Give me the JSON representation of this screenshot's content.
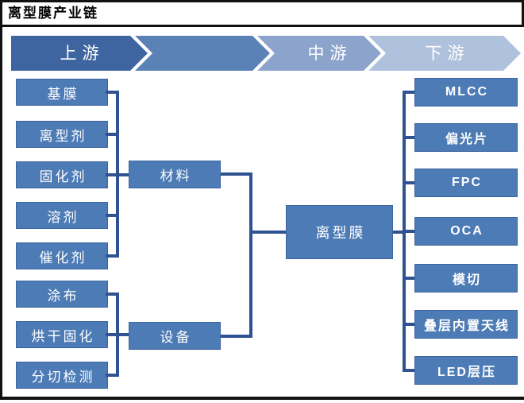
{
  "title": "离型膜产业链",
  "banner": {
    "segments": [
      {
        "label": "上游",
        "color": "#3e65a0"
      },
      {
        "label": "",
        "color": "#5b82b7"
      },
      {
        "label": "中游",
        "color": "#8ca4cb"
      },
      {
        "label": "下游",
        "color": "#afc2dd"
      }
    ]
  },
  "upstream": {
    "material_inputs": [
      "基膜",
      "离型剂",
      "固化剂",
      "溶剂",
      "催化剂"
    ],
    "process_steps": [
      "涂布",
      "烘干固化",
      "分切检测"
    ],
    "material_group_label": "材料",
    "equipment_group_label": "设备"
  },
  "midstream": {
    "product_label": "离型膜"
  },
  "downstream": {
    "applications": [
      "MLCC",
      "偏光片",
      "FPC",
      "OCA",
      "模切",
      "叠层内置天线",
      "LED层压"
    ]
  },
  "colors": {
    "box_fill": "#4d7bb5",
    "connector": "#2f5392",
    "frame": "#111111",
    "text_on_box": "#ffffff"
  }
}
